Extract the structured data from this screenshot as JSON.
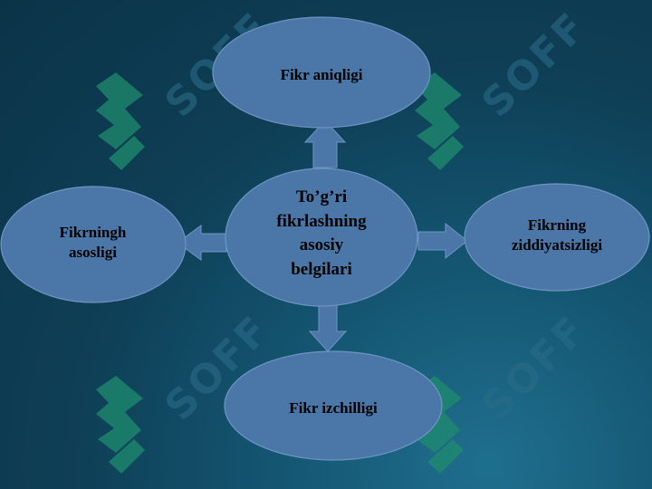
{
  "diagram": {
    "center": {
      "lines": [
        "To’g’ri",
        "fikrlashning",
        "asosiy",
        "belgilari"
      ]
    },
    "top": {
      "lines": [
        "Fikr aniqligi"
      ]
    },
    "left": {
      "lines": [
        "Fikrningh",
        "asosligi"
      ]
    },
    "right": {
      "lines": [
        "Fikrning",
        "ziddiyatsizligi"
      ]
    },
    "bottom": {
      "lines": [
        "Fikr izchilligi"
      ]
    }
  },
  "watermark": {
    "text": "SOFF"
  },
  "colors": {
    "node_fill": "#4a77a8",
    "node_stroke": "#6d95c2",
    "arrow_fill": "#4a77a8",
    "watermark_green": "#1f8c6e",
    "background_dark": "#0b3348"
  }
}
